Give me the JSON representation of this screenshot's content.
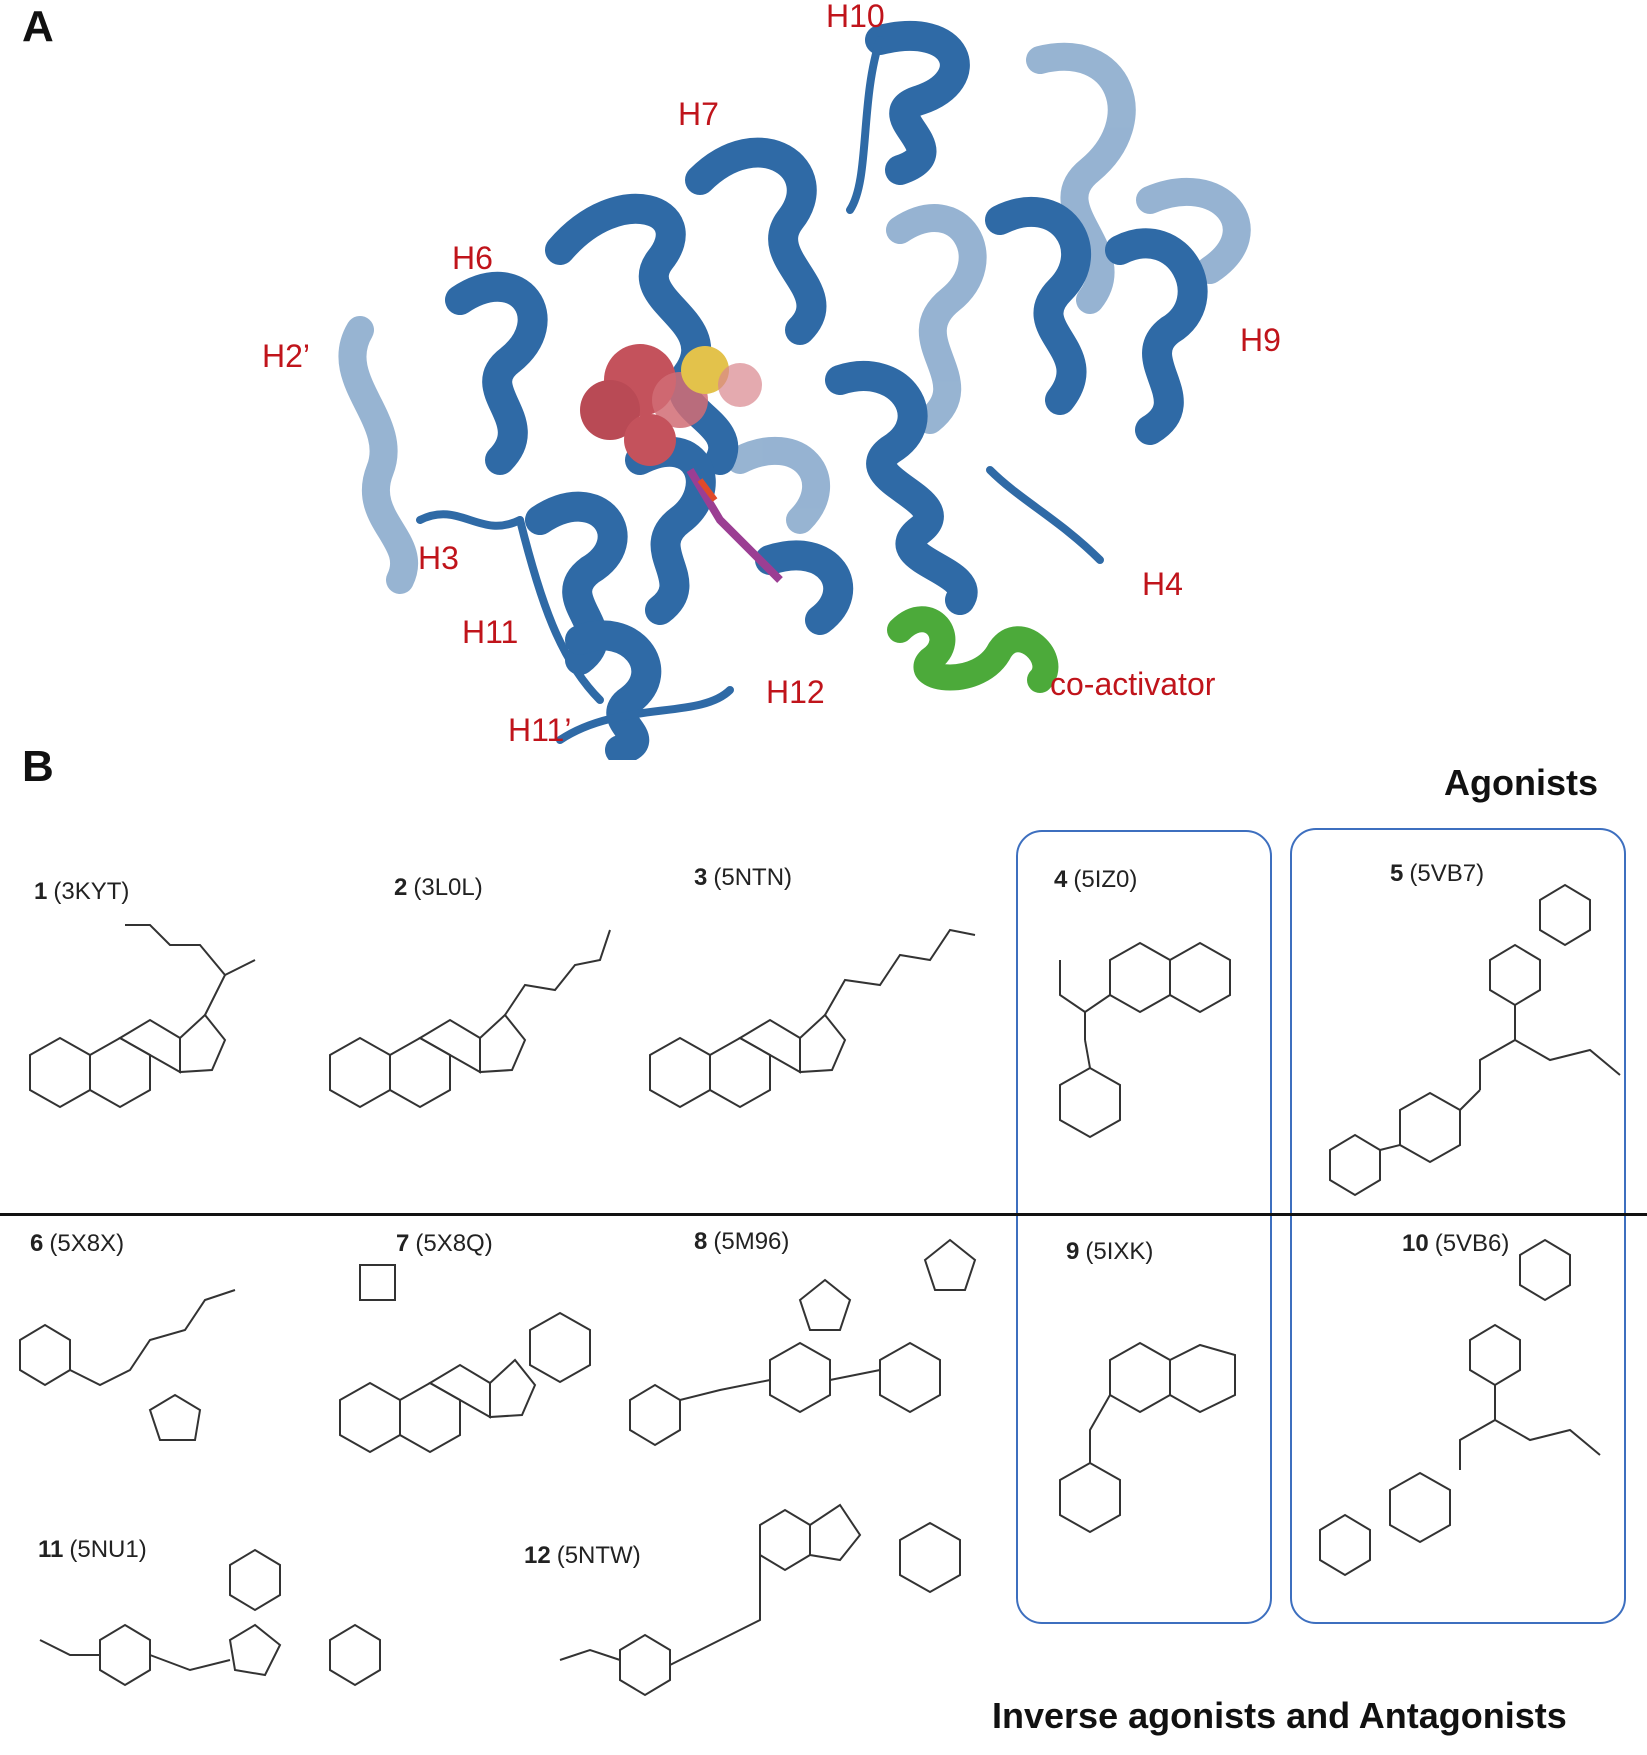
{
  "panel_a": {
    "letter": "A",
    "helix_labels": [
      "H10",
      "H7",
      "H6",
      "H2’",
      "H9",
      "H3",
      "H4",
      "H11",
      "H12",
      "co-activator",
      "H11’"
    ]
  },
  "panel_b": {
    "letter": "B",
    "agonists_title": "Agonists",
    "inverse_title": "Inverse agonists and Antagonists",
    "compounds": [
      {
        "num": "1",
        "pdb": "(3KYT)"
      },
      {
        "num": "2",
        "pdb": "(3L0L)"
      },
      {
        "num": "3",
        "pdb": "(5NTN)"
      },
      {
        "num": "4",
        "pdb": "(5IZ0)"
      },
      {
        "num": "5",
        "pdb": "(5VB7)"
      },
      {
        "num": "6",
        "pdb": "(5X8X)"
      },
      {
        "num": "7",
        "pdb": "(5X8Q)"
      },
      {
        "num": "8",
        "pdb": "(5M96)"
      },
      {
        "num": "9",
        "pdb": "(5IXK)"
      },
      {
        "num": "10",
        "pdb": "(5VB6)"
      },
      {
        "num": "11",
        "pdb": "(5NU1)"
      },
      {
        "num": "12",
        "pdb": "(5NTW)"
      }
    ]
  },
  "colors": {
    "helix_blue": "#2f6aa6",
    "helix_faded": "#9ab9d8",
    "coactivator_green": "#4caa3a",
    "ligand_red": "#c4525c",
    "label_red": "#c0141b",
    "box_blue": "#3d6fbf"
  }
}
